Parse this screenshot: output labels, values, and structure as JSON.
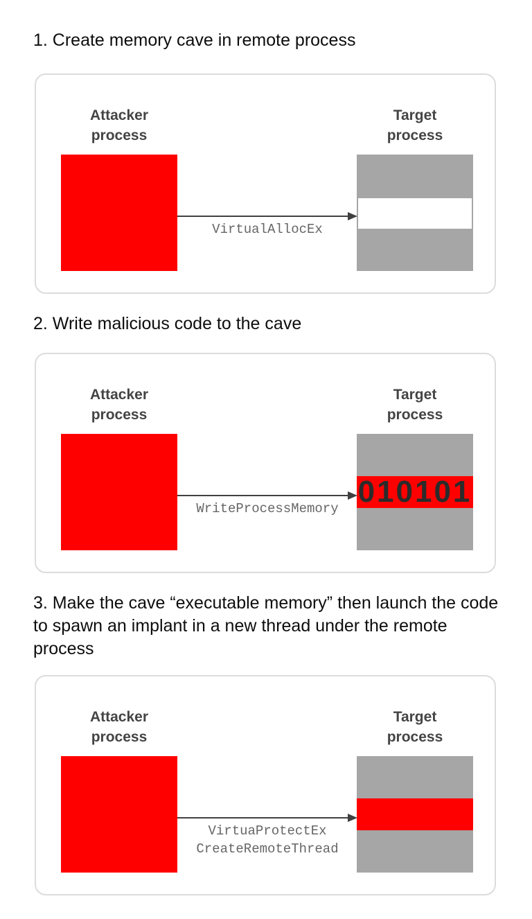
{
  "labels": {
    "attacker_line1": "Attacker",
    "attacker_line2": "process",
    "target_line1": "Target",
    "target_line2": "process"
  },
  "steps": [
    {
      "title": "1. Create memory cave in remote process",
      "api_calls": [
        "VirtualAllocEx"
      ]
    },
    {
      "title": "2. Write malicious code to the cave",
      "api_calls": [
        "WriteProcessMemory"
      ],
      "cave_text": "010101"
    },
    {
      "title": "3. Make the cave “executable memory” then launch the code to spawn an implant in a new thread under the remote process",
      "api_calls": [
        "VirtuaProtectEx",
        "CreateRemoteThread"
      ]
    }
  ],
  "colors": {
    "attacker": "#ff0000",
    "target_memory": "#a6a6a6",
    "cave_empty": "#ffffff",
    "cave_filled": "#ff0000",
    "arrow": "#404040"
  }
}
